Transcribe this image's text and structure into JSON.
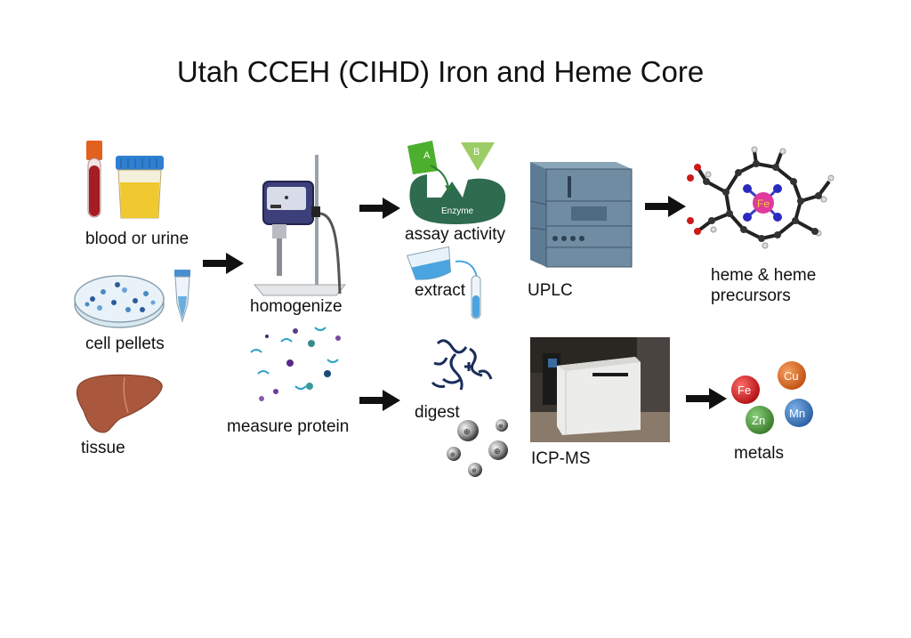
{
  "title": "Utah CCEH (CIHD) Iron and Heme Core",
  "labels": {
    "blood_or_urine": "blood or urine",
    "cell_pellets": "cell pellets",
    "tissue": "tissue",
    "homogenize": "homogenize",
    "measure_protein": "measure protein",
    "assay_activity": "assay activity",
    "extract": "extract",
    "digest": "digest",
    "uplc": "UPLC",
    "icp_ms": "ICP-MS",
    "heme_line1": "heme & heme",
    "heme_line2": "precursors",
    "metals": "metals"
  },
  "enzyme_diagram": {
    "substrate_a": "A",
    "substrate_b": "B",
    "enzyme": "Enzyme"
  },
  "heme_center": "Fe",
  "metal_balls": [
    {
      "symbol": "Fe",
      "color": "#cc1a1a"
    },
    {
      "symbol": "Cu",
      "color": "#d9661e"
    },
    {
      "symbol": "Zn",
      "color": "#4d9a3a"
    },
    {
      "symbol": "Mn",
      "color": "#3a7cc2"
    }
  ],
  "colors": {
    "arrow": "#111111",
    "enzyme_green": "#2e6b4f",
    "substrate_a": "#4caf2e",
    "substrate_b": "#9ccc65",
    "uplc_body": "#5d7b94"
  }
}
